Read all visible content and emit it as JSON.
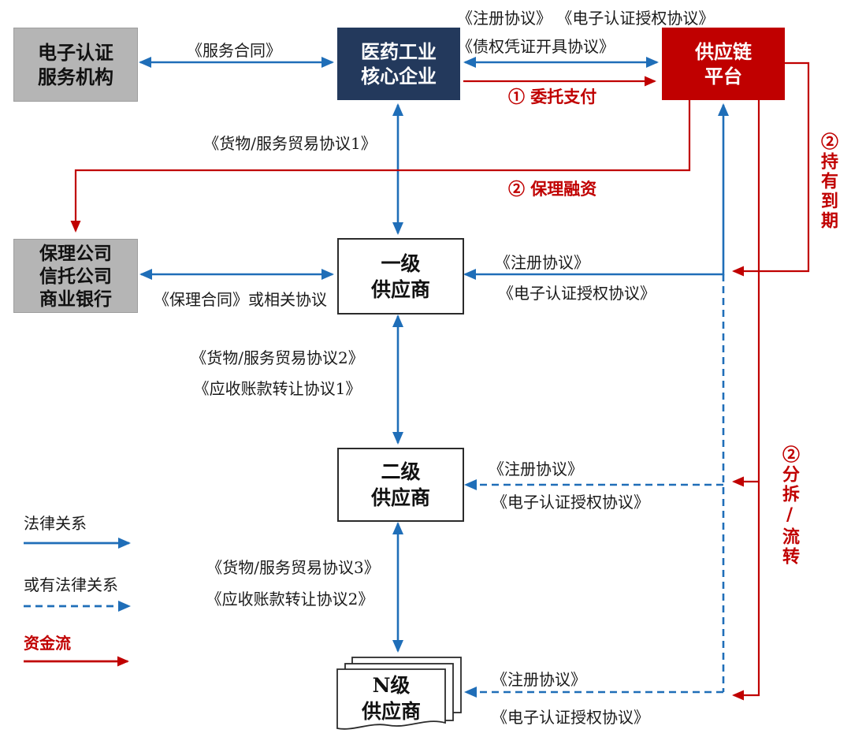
{
  "diagram": {
    "nodes": {
      "ca_agency": "电子认证\n服务机构",
      "core_enterprise": "医药工业\n核心企业",
      "platform": "供应链\n平台",
      "financiers": "保理公司\n信托公司\n商业银行",
      "tier1": "一级\n供应商",
      "tier2": "二级\n供应商",
      "tierN": "N级\n供应商"
    },
    "labels": {
      "service_contract": "《服务合同》",
      "register_auth_top": "《注册协议》 《电子认证授权协议》",
      "debt_certificate": "《债权凭证开具协议》",
      "entrusted_payment": "① 委托支付",
      "trade_agreement_1": "《货物/服务贸易协议1》",
      "factoring_financing": "② 保理融资",
      "hold_to_maturity": "②持有到期",
      "register_1": "《注册协议》",
      "auth_1": "《电子认证授权协议》",
      "factoring_contract": "《保理合同》或相关协议",
      "trade_agreement_2": "《货物/服务贸易协议2》",
      "receivable_transfer_1": "《应收账款转让协议1》",
      "register_2": "《注册协议》",
      "auth_2": "《电子认证授权协议》",
      "split_circulation": "②分拆/流转",
      "trade_agreement_3": "《货物/服务贸易协议3》",
      "receivable_transfer_2": "《应收账款转让协议2》",
      "register_n": "《注册协议》",
      "auth_n": "《电子认证授权协议》"
    },
    "legend": {
      "legal": "法律关系",
      "contingent_legal": "或有法律关系",
      "fund_flow": "资金流"
    },
    "colors": {
      "blue": "#1f6eb8",
      "red": "#c00000",
      "navy": "#23395c",
      "gray": "#b5b5b5"
    }
  }
}
